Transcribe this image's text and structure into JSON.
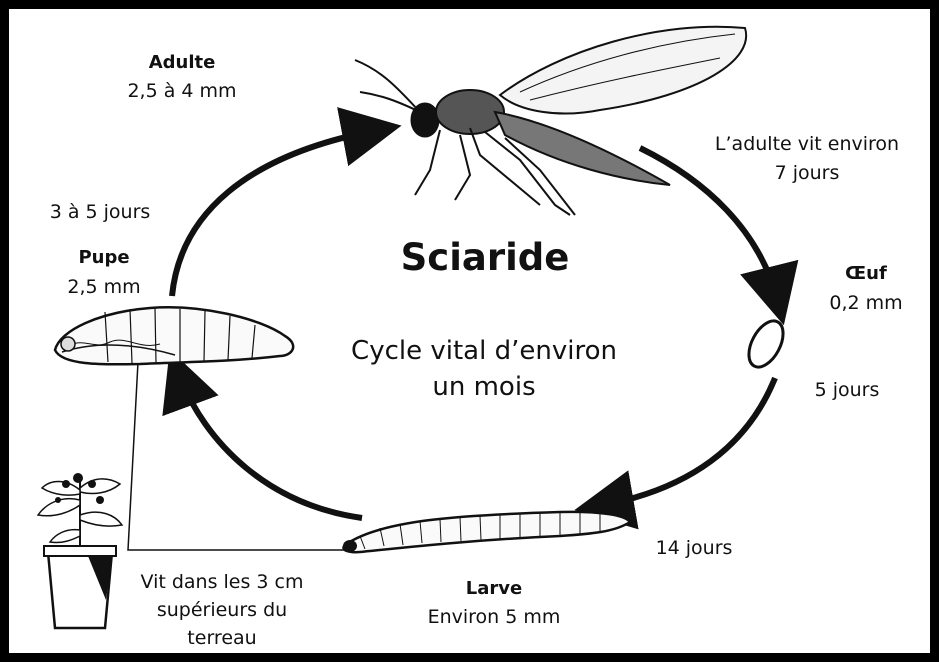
{
  "title": "Sciaride",
  "subtitle_lines": [
    "Cycle vital d’environ",
    "un mois"
  ],
  "stages": {
    "adult": {
      "name": "Adulte",
      "size": "2,5 à 4 mm"
    },
    "egg": {
      "name": "Œuf",
      "size": "0,2 mm"
    },
    "larva": {
      "name": "Larve",
      "size": "Environ 5 mm"
    },
    "pupa": {
      "name": "Pupe",
      "size": "2,5 mm"
    }
  },
  "durations": {
    "adult_lines": [
      "L’adulte vit environ",
      "7 jours"
    ],
    "egg": "5 jours",
    "larva": "14 jours",
    "pupa": "3 à 5 jours"
  },
  "habitat_lines": [
    "Vit dans les 3 cm",
    "supérieurs du",
    "terreau"
  ],
  "colors": {
    "ink": "#111111",
    "frame": "#000000",
    "background": "#ffffff"
  }
}
